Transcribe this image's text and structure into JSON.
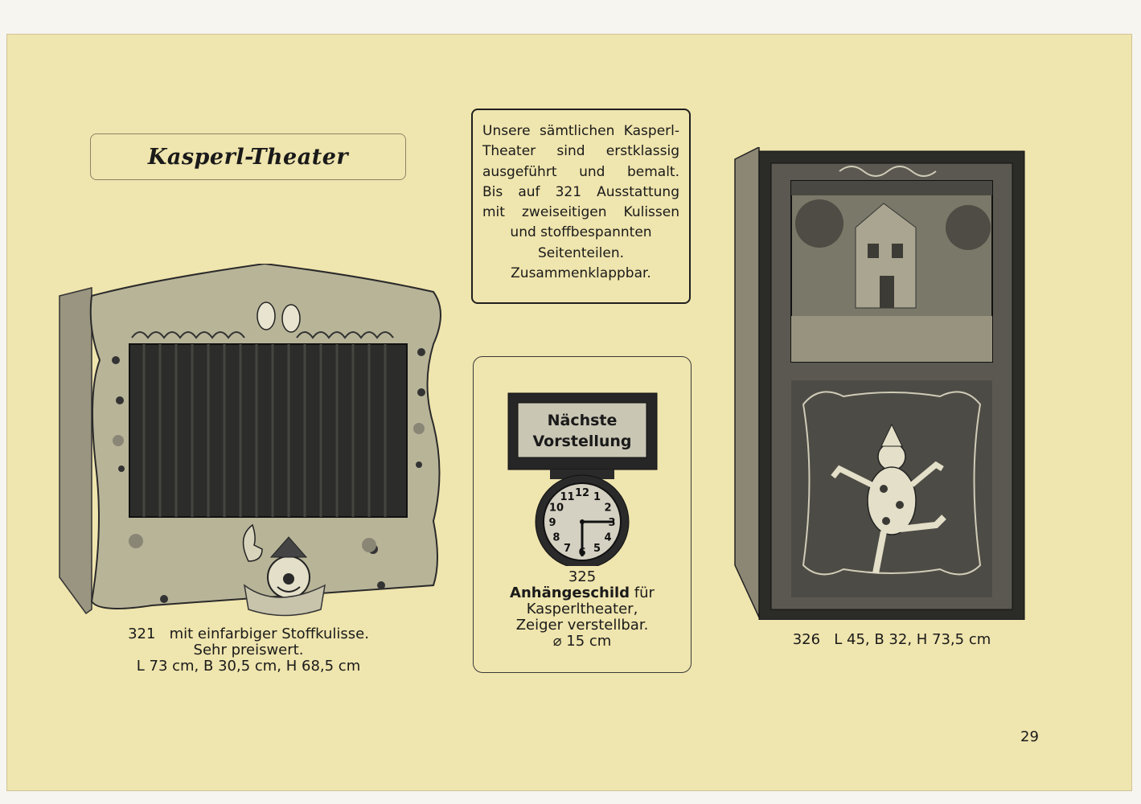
{
  "heading": "Kasperl-Theater",
  "info_text": [
    "Unsere sämtlichen Kasperl-",
    "Theater sind erstklassig",
    "ausgeführt und bemalt.",
    "Bis auf 321 Ausstattung",
    "mit zweiseitigen Kulissen",
    "und stoffbespannten",
    "Seitenteilen.",
    "Zusammenklappbar."
  ],
  "item_321": {
    "line1": "321   mit einfarbiger Stoffkulisse.",
    "line2": "Sehr preiswert.",
    "line3": "L 73 cm, B 30,5 cm, H 68,5 cm"
  },
  "item_325": {
    "number": "325",
    "name": "Anhängeschild",
    "line1_rest": " für",
    "line2": "Kasperltheater,",
    "line3": "Zeiger verstellbar.",
    "line4": "⌀ 15 cm",
    "sign_line1": "Nächste",
    "sign_line2": "Vorstellung",
    "clock_numbers": [
      "12",
      "1",
      "2",
      "3",
      "4",
      "5",
      "6",
      "7",
      "8",
      "9",
      "10",
      "11"
    ]
  },
  "item_326": {
    "caption": "326   L 45, B 32, H 73,5 cm"
  },
  "page_number": "29",
  "colors": {
    "paper": "#efe5ae",
    "ink": "#1a1a1a"
  }
}
